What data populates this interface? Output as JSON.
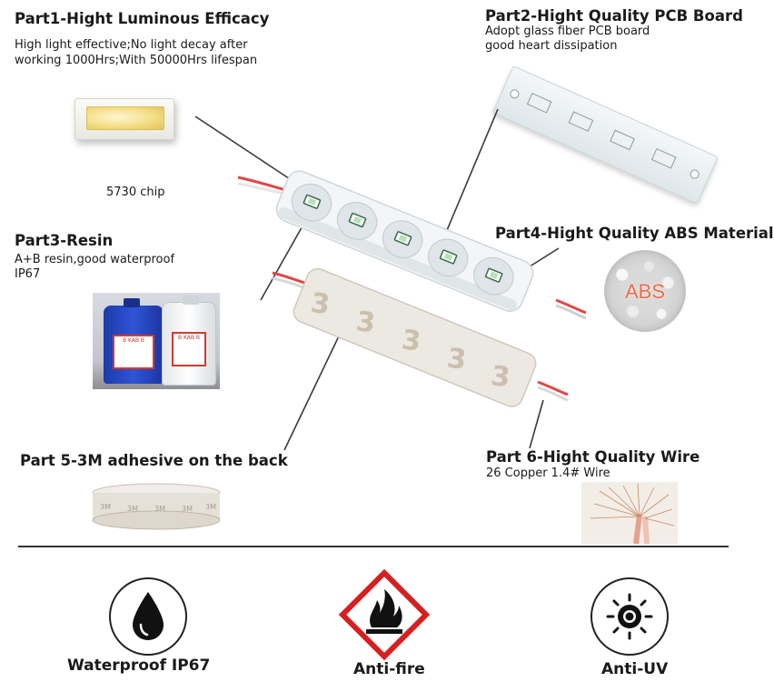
{
  "parts": {
    "p1": {
      "title": "Part1-Hight Luminous Efficacy",
      "desc1": "High light effective;No light decay after",
      "desc2": "working 1000Hrs;With 50000Hrs lifespan",
      "caption": "5730 chip"
    },
    "p2": {
      "title": "Part2-Hight Quality PCB Board",
      "desc1": "Adopt glass fiber PCB board",
      "desc2": "good heart dissipation"
    },
    "p3": {
      "title": "Part3-Resin",
      "desc1": "A+B resin,good waterproof",
      "desc2": "IP67",
      "bottle_text": "B KAB B"
    },
    "p4": {
      "title": "Part4-Hight Quality ABS Material",
      "badge": "ABS"
    },
    "p5": {
      "title": "Part 5-3M adhesive on the back",
      "tape_mark": "3M"
    },
    "p6": {
      "title": "Part 6-Hight Quality Wire",
      "desc1": "26 Copper 1.4# Wire"
    }
  },
  "features": [
    {
      "label": "Waterproof IP67",
      "icon": "water-drop-icon"
    },
    {
      "label": "Anti-fire",
      "icon": "flame-hazard-icon"
    },
    {
      "label": "Anti-UV",
      "icon": "sun-icon"
    }
  ],
  "colors": {
    "abs_text": "#f06b4a",
    "hazard_red": "#d62020",
    "resin_blue": "#2f54d6"
  }
}
